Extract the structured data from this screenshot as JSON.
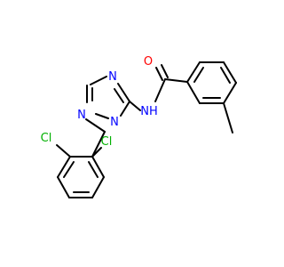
{
  "molecule": {
    "labels": {
      "O": {
        "text": "O",
        "color": "#ff0000"
      },
      "NH": {
        "text": "NH",
        "color": "#0000ff"
      },
      "N_ring_top": {
        "text": "N",
        "color": "#0000ff"
      },
      "N_ring_left": {
        "text": "N",
        "color": "#0000ff"
      },
      "N_ring_bottom": {
        "text": "N",
        "color": "#0000ff"
      },
      "Cl_left": {
        "text": "Cl",
        "color": "#00b000"
      },
      "Cl_right": {
        "text": "Cl",
        "color": "#00b000"
      }
    }
  }
}
